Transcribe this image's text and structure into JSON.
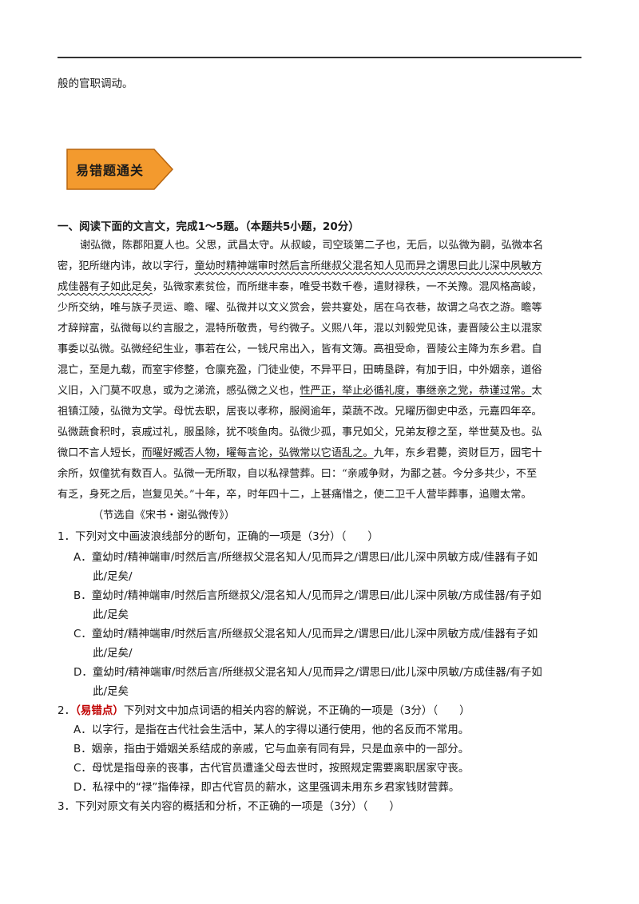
{
  "header": {
    "continuation": "般的官职调动。"
  },
  "banner": {
    "label": "易错题通关"
  },
  "section": {
    "instruction": "一、阅读下面的文言文，完成1～5题。（本题共5小题，20分）"
  },
  "passage": {
    "lines": [
      "谢弘微，陈郡阳夏人也。父思，武昌太守。从叔峻，司空琰第二子也，无后，以弘微为嗣，弘微本名",
      "密，犯所继内讳，故以字行，",
      "童幼时精神端审时然后言所继叔父混名知人见而异之谓思曰此儿深中夙敏方",
      "成佳器有子如此足矣",
      "，弘微家素贫俭，而所继丰泰，唯受书数千卷，遣财禄秩，一不关豫。混风格高峻，",
      "少所交纳，唯与族子灵运、瞻、曜、弘微并以文义赏会，尝共宴处，居在乌衣巷，故谓之乌衣之游。瞻等",
      "才辞辩富，弘微每以约言服之，混特所敬贵，号约微子。义熙八年，混以刘毅党见诛，妻晋陵公主以混家",
      "事委以弘微。弘微经纪生业，事若在公，一钱尺帛出入，皆有文簿。高祖受命，晋陵公主降为东乡君。自",
      "混亡，至是九载，而室宇修整，仓廪充盈，门徒业使，不异平日，田畴垦辟，有加于旧，中外姻亲，道俗",
      "义旧，入门莫不叹息，或为之涕流，感弘微之义也，",
      "性严正，举止必循礼度，事继亲之党，恭谨过常。",
      "太",
      "祖镇江陵，弘微为文学。母忧去职，居丧以孝称，服阕逾年，菜蔬不改。兄曜历御史中丞，元嘉四年卒。",
      "弘微蔬食积时，哀戚过礼，服虽除，犹不啖鱼肉。弘微少孤，事兄如父，兄弟友穆之至，举世莫及也。弘",
      "微口不言人短长，",
      "而曜好臧否人物，曜每言论，弘微常以它语乱之。",
      "九年，东乡君薨，资财巨万，园宅十",
      "余所，奴僮犹有数百人。弘微一无所取，自以私禄营葬。曰：“亲戚争财，为鄙之甚。今分多共少，不至",
      "有乏，身死之后，岂复见关。”十年，卒，时年四十二，上甚痛惜之，使二卫千人营毕葬事，追赠太常。"
    ],
    "source": "（节选自《宋书・谢弘微传》）"
  },
  "q1": {
    "stem": "1．下列对文中画波浪线部分的断句，正确的一项是（3分）（　　）",
    "options": [
      "A．童幼时/精神端审/时然后言/所继叔父混名知人/见而异之/谓思曰/此儿深中夙敏方成/佳器有子如",
      "此/足矣/",
      "B．童幼时/精神端审/时然后言所继叔父/混名知人/见而异之/谓思曰/此儿深中夙敏/方成佳器/有子如",
      "此/足矣",
      "C．童幼时/精神端审/时然后言/所继叔父混名知人/见而异之/谓思曰/此儿深中夙敏方成/佳器有子如",
      "此/足矣/",
      "D．童幼时/精神端审/时然后言/所继叔父混名知人/见而异之/谓思曰/此儿深中夙敏/方成佳器/有子如",
      "此/足矣"
    ]
  },
  "q2": {
    "num": "2．",
    "tag": "（易错点）",
    "stem": "下列对文中加点词语的相关内容的解说，不正确的一项是（3分）（　　）",
    "options": [
      "A．以字行，是指在古代社会生活中，某人的字得以通行使用，他的名反而不常用。",
      "B．姻亲，指由于婚姻关系结成的亲戚，它与血亲有同有异，只是血亲中的一部分。",
      "C．母忧是指母亲的丧事，古代官员遭逢父母去世时，按照规定需要离职居家守丧。",
      "D．私禄中的“禄”指俸禄，即古代官员的薪水，这里强调未用东乡君家钱财营葬。"
    ]
  },
  "q3": {
    "stem": "3．下列对原文有关内容的概括和分析，不正确的一项是（3分）（　　）"
  },
  "colors": {
    "banner_fill": "#f39a2e",
    "banner_border": "#b8650f",
    "mark": "#c00000"
  }
}
